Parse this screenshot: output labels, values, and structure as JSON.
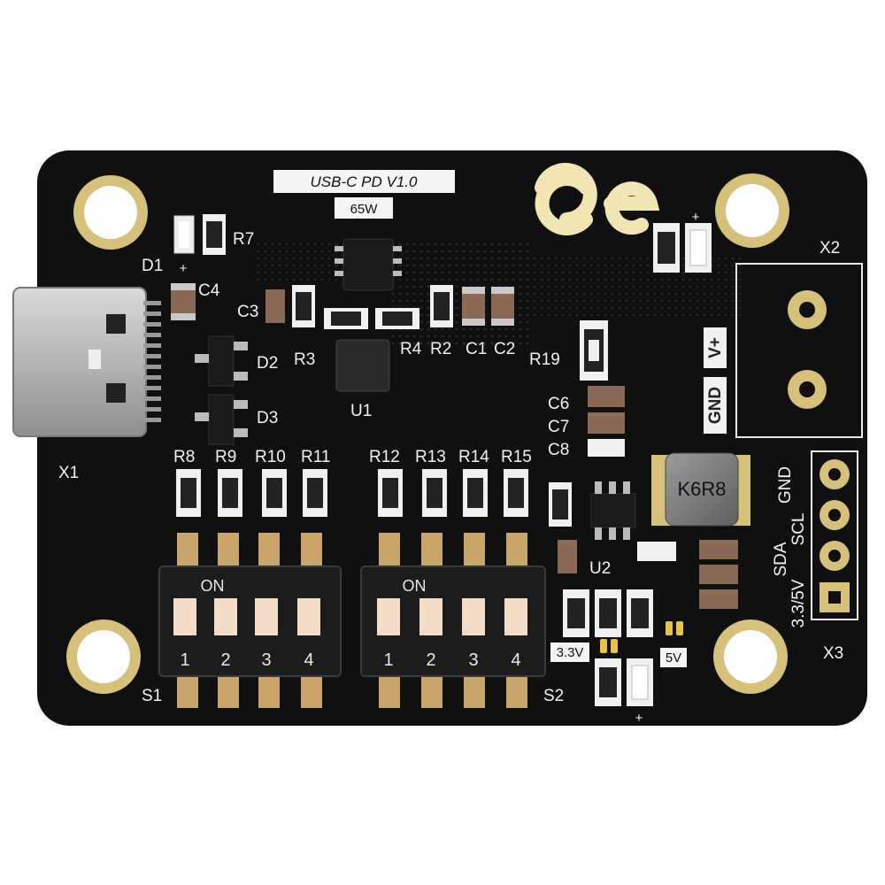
{
  "board": {
    "title_label": "USB-C PD V1.0",
    "power_label": "65W",
    "colors": {
      "pcb": "#111111",
      "gold": "#d6c07a",
      "silk": "#f2f2f2",
      "background": "#ffffff"
    }
  },
  "designators": {
    "D1": "D1",
    "C4": "C4",
    "R7": "R7",
    "C3": "C3",
    "R3": "R3",
    "R4": "R4",
    "R2": "R2",
    "C1": "C1",
    "C2": "C2",
    "R19": "R19",
    "D2": "D2",
    "D3": "D3",
    "U1": "U1",
    "U2": "U2",
    "X1": "X1",
    "X2": "X2",
    "X3": "X3",
    "C6": "C6",
    "C7": "C7",
    "C8": "C8",
    "R8": "R8",
    "R9": "R9",
    "R10": "R10",
    "R11": "R11",
    "R12": "R12",
    "R13": "R13",
    "R14": "R14",
    "R15": "R15",
    "S1": "S1",
    "S2": "S2"
  },
  "x2_pins": {
    "vplus": "V+",
    "gnd": "GND"
  },
  "x3_pins": {
    "gnd": "GND",
    "scl": "SCL",
    "sda": "SDA",
    "vcc": "3.3/5V"
  },
  "switches": {
    "on_label": "ON",
    "s1_numbers": [
      "1",
      "2",
      "3",
      "4"
    ],
    "s2_numbers": [
      "1",
      "2",
      "3",
      "4"
    ]
  },
  "inductor": {
    "marking": "K6R8"
  },
  "voltage_labels": {
    "v33": "3.3V",
    "v5": "5V"
  },
  "polarity": {
    "plus": "+"
  },
  "icons": {
    "logo": "oe-brand-logo-icon",
    "usb": "usb-c-connector-icon"
  }
}
